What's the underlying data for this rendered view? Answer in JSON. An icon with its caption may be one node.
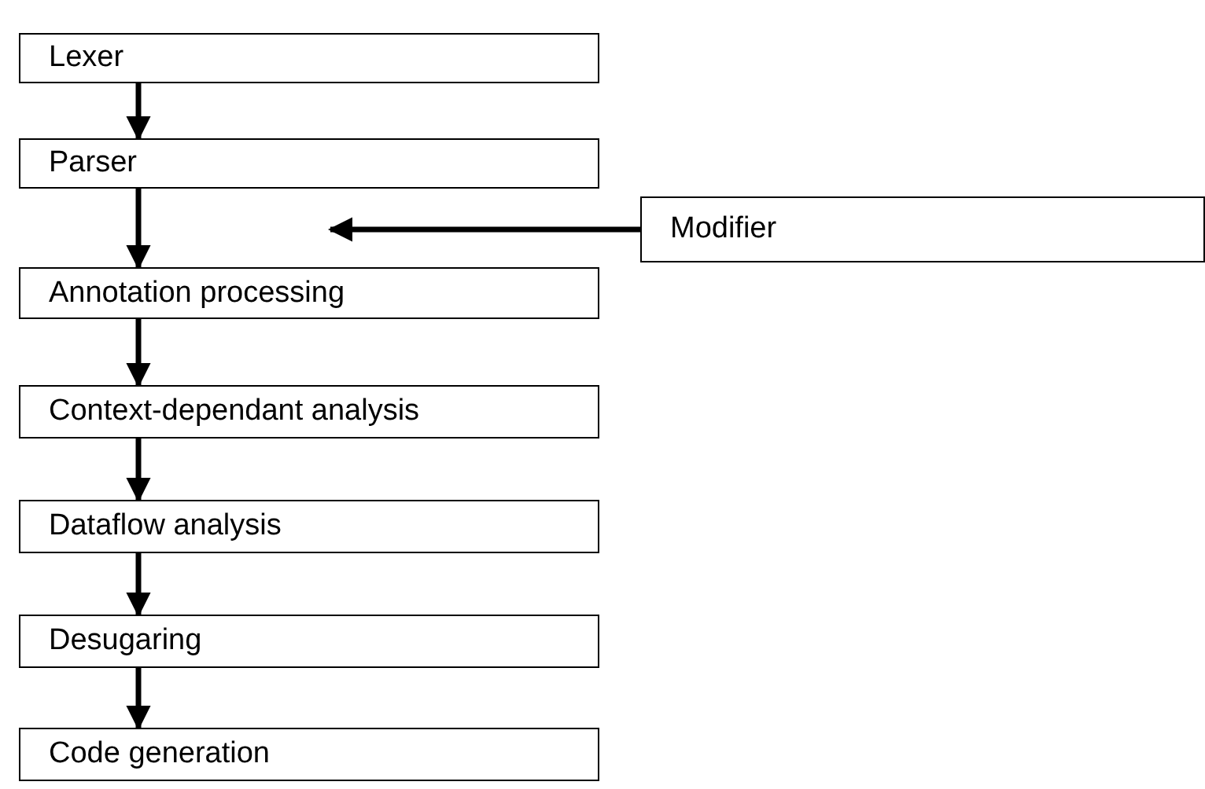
{
  "diagram": {
    "nodes": [
      {
        "text": [
          "Lexer"
        ]
      },
      {
        "text": [
          "Parser"
        ]
      },
      {
        "text": [
          "Modifier"
        ]
      },
      {
        "text": [
          "Annotation processing"
        ]
      },
      {
        "text": [
          "Context-dependant analysis"
        ]
      },
      {
        "text": [
          "Dataflow analysis"
        ]
      },
      {
        "text": [
          "Desugaring"
        ]
      },
      {
        "text": [
          "Code generation"
        ]
      }
    ],
    "edges": [
      {
        "from": 0,
        "to": 1,
        "arrow": "to"
      },
      {
        "from": 1,
        "to": 3,
        "arrow": "to"
      },
      {
        "from": 2,
        "to": 1,
        "arrow": "to"
      },
      {
        "from": 3,
        "to": 4,
        "arrow": "to"
      },
      {
        "from": 4,
        "to": 5,
        "arrow": "to"
      },
      {
        "from": 5,
        "to": 6,
        "arrow": "to"
      },
      {
        "from": 6,
        "to": 7,
        "arrow": "to"
      }
    ]
  }
}
